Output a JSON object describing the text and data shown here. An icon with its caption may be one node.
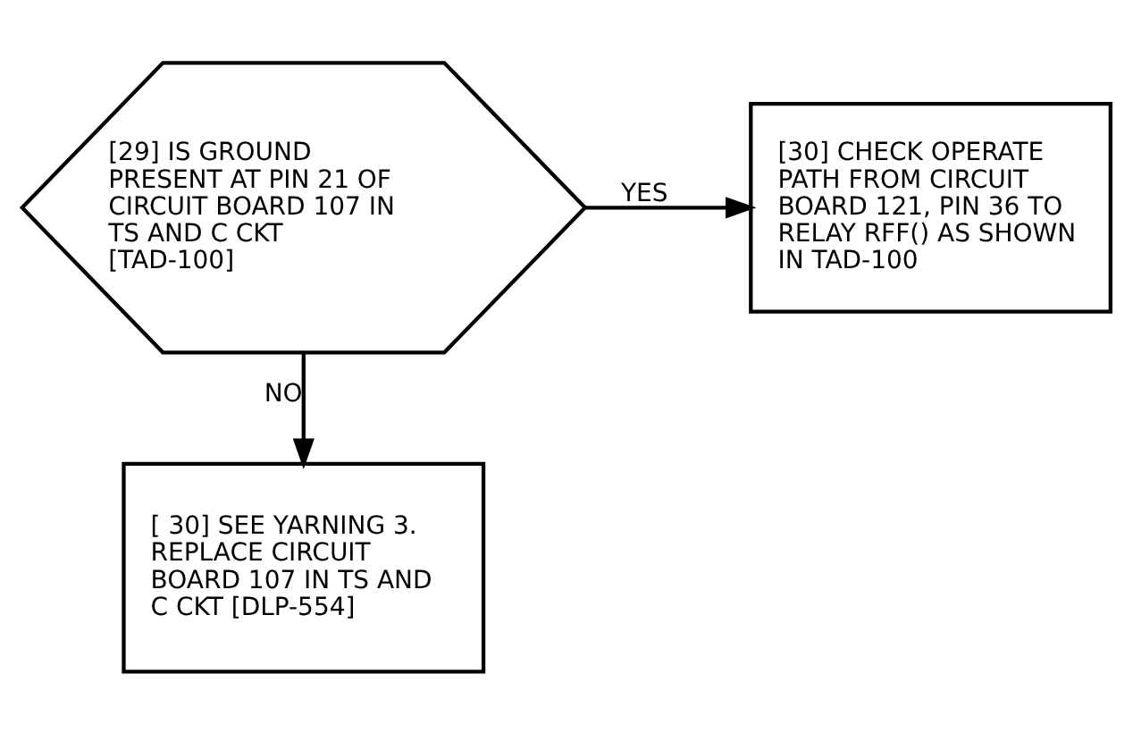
{
  "diagram": {
    "nodes": [
      {
        "text": [
          "[29] IS GROUND PRESENT AT PIN 21 OF CIRCUIT BOARD 107 IN TS AND C CKT [TAD-100]"
        ]
      },
      {
        "text": [
          "[30] CHECK OPERATE PATH FROM CIRCUIT BOARD 121, PIN 36 TO RELAY RFF() AS SHOWN IN TAD-100"
        ]
      },
      {
        "text": [
          "[ 30] SEE YARNING 3. REPLACE CIRCUIT BOARD 107 IN TS AND C CKT [DLP-554]"
        ]
      }
    ],
    "edges": [
      {
        "from": 0,
        "to": 1,
        "arrow": "to",
        "label": "YES"
      },
      {
        "from": 0,
        "to": 2,
        "arrow": "to",
        "label": "NO"
      }
    ]
  }
}
